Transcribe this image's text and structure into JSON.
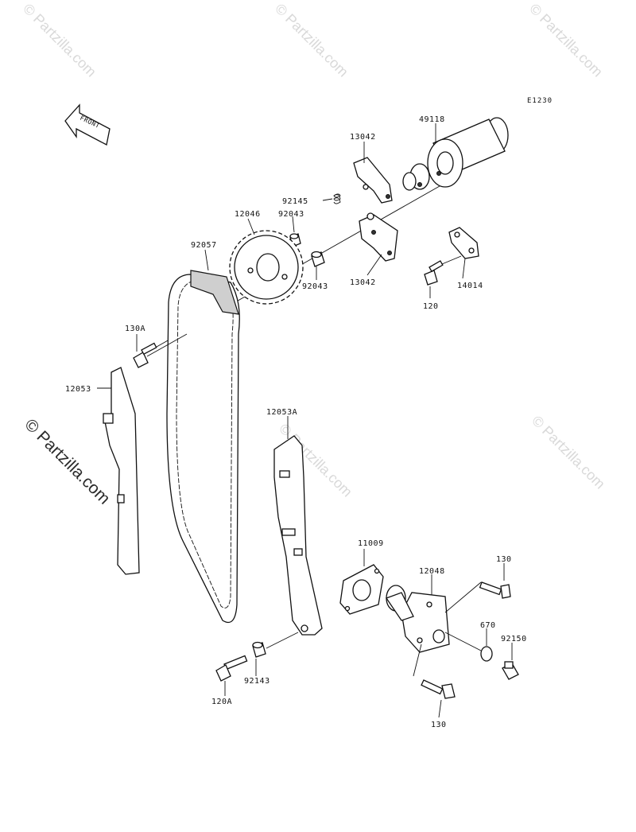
{
  "diagram_code": "E1230",
  "front_label": "FRONT",
  "watermarks": {
    "light": "© Partzilla.com",
    "large": "© Partzilla.com"
  },
  "parts": {
    "p49118": "49118",
    "p13042_top": "13042",
    "p92145": "92145",
    "p12046": "12046",
    "p92043_top": "92043",
    "p92057": "92057",
    "p13042_bot": "13042",
    "p92043_bot": "92043",
    "p14014": "14014",
    "p120": "120",
    "p130A": "130A",
    "p12053": "12053",
    "p12053A": "12053A",
    "p11009": "11009",
    "p12048": "12048",
    "p130_top": "130",
    "p670": "670",
    "p92150": "92150",
    "p92143": "92143",
    "p120A": "120A",
    "p130_bot": "130"
  }
}
